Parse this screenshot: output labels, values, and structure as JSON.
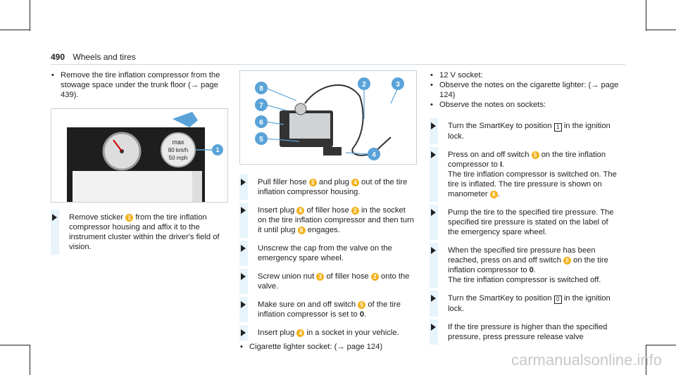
{
  "header": {
    "page_number": "490",
    "section_title": "Wheels and tires"
  },
  "left": {
    "bullet1": "Remove the tire inflation compressor from the stowage space under the trunk floor (→ page 439).",
    "figure_labels": {
      "callout": "1",
      "gauge_line1": "max",
      "gauge_line2": "80 km/h",
      "gauge_line3": "50 mph"
    },
    "step1_pre": "Remove sticker",
    "step1_num": "1",
    "step1_post": "from the tire inflation compressor housing and affix it to the instrument cluster within the driver's field of vision."
  },
  "middle": {
    "figure_labels": [
      "8",
      "7",
      "6",
      "5",
      "2",
      "3",
      "4"
    ],
    "step1": {
      "a": "Pull filler hose",
      "n1": "2",
      "b": "and plug",
      "n2": "4",
      "c": "out of the tire inflation compressor housing."
    },
    "step2": {
      "a": "Insert plug",
      "n1": "8",
      "b": "of filler hose",
      "n2": "2",
      "c": "in the socket on the tire inflation compressor and then turn it until plug",
      "n3": "8",
      "d": "engages."
    },
    "step3": "Unscrew the cap from the valve on the emergency spare wheel.",
    "step4": {
      "a": "Screw union nut",
      "n1": "3",
      "b": "of filler hose",
      "n2": "2",
      "c": "onto the valve."
    },
    "step5": {
      "a": "Make sure on and off switch",
      "n1": "5",
      "b": "of the tire inflation compressor is set to",
      "c": "0",
      "d": "."
    },
    "step6": {
      "a": "Insert plug",
      "n1": "4",
      "b": "in a socket in your vehicle."
    },
    "bullet1": "Cigarette lighter socket: (→ page 124)"
  },
  "right": {
    "bullet1": "12 V socket:",
    "bullet2": "Observe the notes on the cigarette lighter: (→ page 124)",
    "bullet3": "Observe the notes on sockets:",
    "step1": {
      "a": "Turn the SmartKey to position",
      "key": "1",
      "b": "in the ignition lock."
    },
    "step2": {
      "a": "Press on and off switch",
      "n1": "5",
      "b": "on the tire inflation compressor to",
      "c": "I",
      "d": ".",
      "e": "The tire inflation compressor is switched on. The tire is inflated. The tire pressure is shown on manometer",
      "n2": "6",
      "f": "."
    },
    "step3": "Pump the tire to the specified tire pressure. The specified tire pressure is stated on the label of the emergency spare wheel.",
    "step4": {
      "a": "When the specified tire pressure has been reached, press on and off switch",
      "n1": "5",
      "b": "on the tire inflation compressor to",
      "c": "0",
      "d": ".",
      "e": "The tire inflation compressor is switched off."
    },
    "step5": {
      "a": "Turn the SmartKey to position",
      "key": "0",
      "b": "in the ignition lock."
    },
    "step6": "If the tire pressure is higher than the specified pressure, press pressure release valve"
  },
  "watermark": "carmanualsonline.info"
}
